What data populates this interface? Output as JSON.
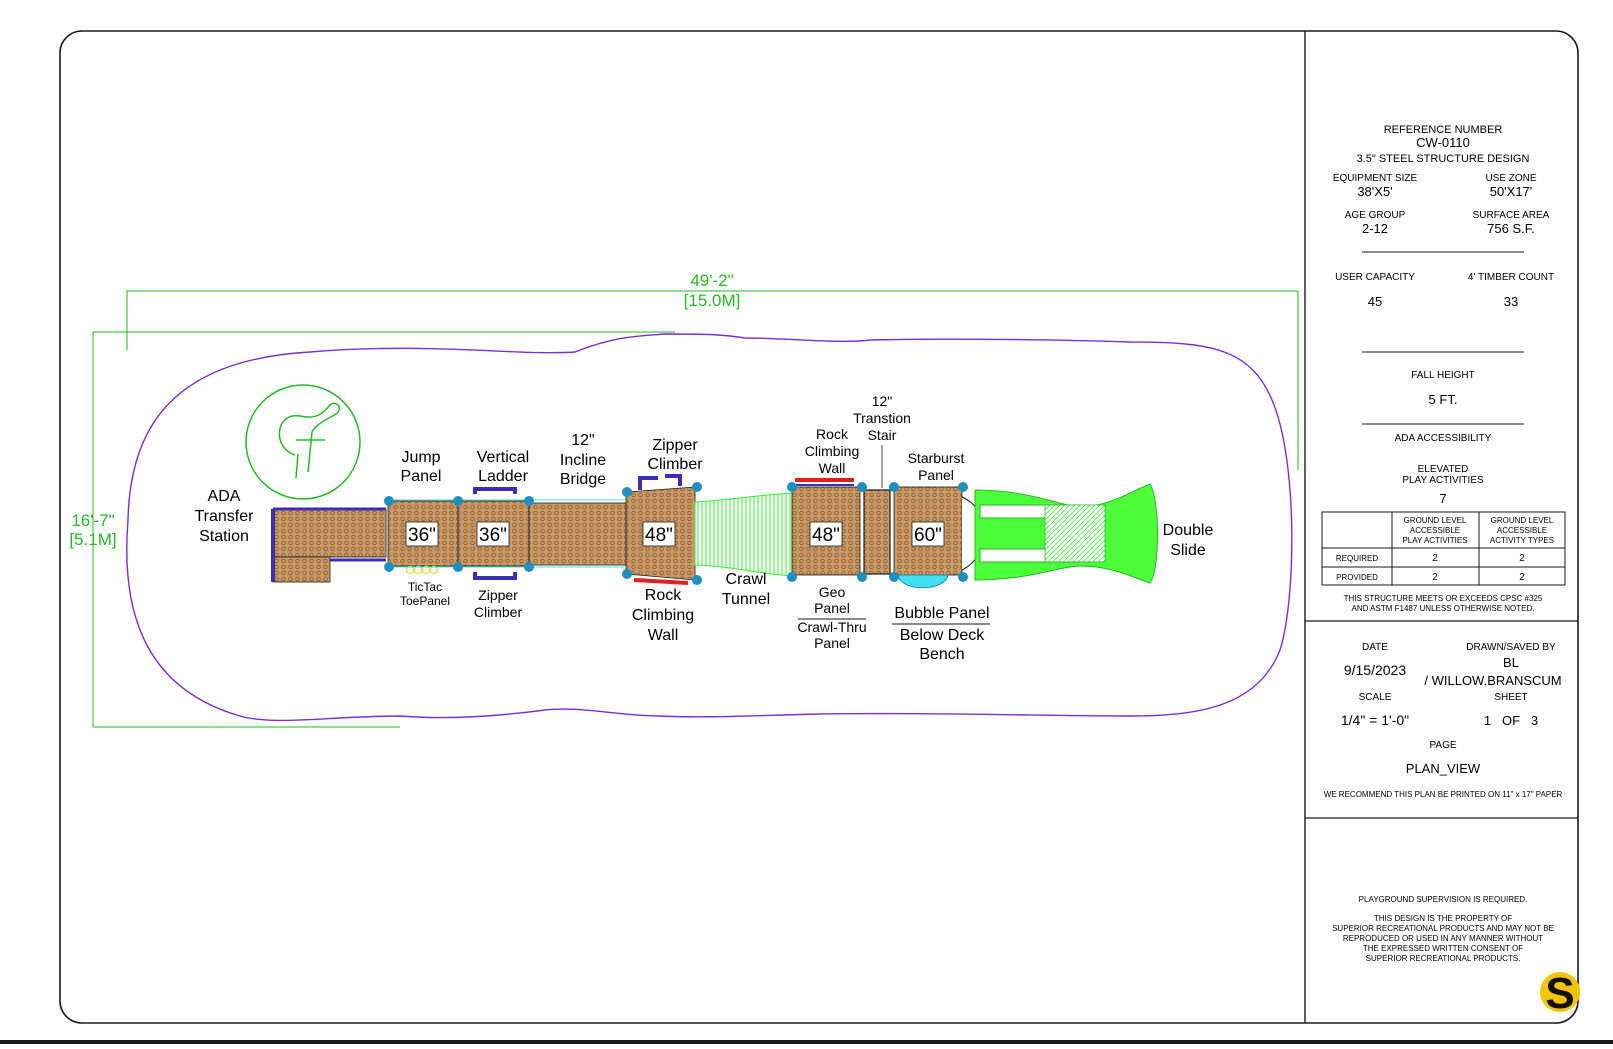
{
  "drawing": {
    "overall_length": "49'-2\"",
    "overall_length_metric": "[15.0M]",
    "overall_width": "16'-7\"",
    "overall_width_metric": "[5.1M]",
    "labels": {
      "ada_transfer": [
        "ADA",
        "Transfer",
        "Station"
      ],
      "jump_panel": [
        "Jump",
        "Panel"
      ],
      "vertical_ladder": [
        "Vertical",
        "Ladder"
      ],
      "incline_bridge": [
        "12\"",
        "Incline",
        "Bridge"
      ],
      "zipper_climber_top": [
        "Zipper",
        "Climber"
      ],
      "tictac": [
        "TicTac",
        "ToePanel"
      ],
      "zipper_climber_bottom": [
        "Zipper",
        "Climber"
      ],
      "rock_wall_bottom": [
        "Rock",
        "Climbing",
        "Wall"
      ],
      "crawl_tunnel": [
        "Crawl",
        "Tunnel"
      ],
      "rock_wall_top": [
        "Rock",
        "Climbing",
        "Wall"
      ],
      "transition_stair": [
        "12\"",
        "Transtion",
        "Stair"
      ],
      "starburst_panel": [
        "Starburst",
        "Panel"
      ],
      "geo_panel": [
        "Geo",
        "Panel"
      ],
      "crawl_thru_panel": [
        "Crawl-Thru",
        "Panel"
      ],
      "bubble_panel": "Bubble Panel",
      "below_deck_bench": [
        "Below Deck",
        "Bench"
      ],
      "double_slide": [
        "Double",
        "Slide"
      ]
    },
    "deck_heights": [
      "36\"",
      "36\"",
      "48\"",
      "48\"",
      "60\""
    ],
    "colors": {
      "border": "#1a1a1a",
      "dimension": "#22bb22",
      "use_zone": "#7a2ed6",
      "deck_fill": "#c69a6a",
      "deck_holes": "#a06830",
      "post": "#1f8fc0",
      "slide": "#4dff3a",
      "panel_blue": "#3b2fb8",
      "rock_red": "#e02020",
      "bubble": "#40e0f0",
      "tictac": "#e8e050"
    }
  },
  "title_block": {
    "reference_label": "REFERENCE NUMBER",
    "reference_number": "CW-0110",
    "structure_design": "3.5\" STEEL STRUCTURE DESIGN",
    "equipment_size_label": "EQUIPMENT SIZE",
    "equipment_size": "38'X5'",
    "use_zone_label": "USE ZONE",
    "use_zone": "50'X17'",
    "age_group_label": "AGE GROUP",
    "age_group": "2-12",
    "surface_area_label": "SURFACE AREA",
    "surface_area": "756 S.F.",
    "user_capacity_label": "USER CAPACITY",
    "user_capacity": "45",
    "timber_count_label": "4' TIMBER COUNT",
    "timber_count": "33",
    "fall_height_label": "FALL HEIGHT",
    "fall_height": "5 FT.",
    "ada_label": "ADA ACCESSIBILITY",
    "elevated_label": [
      "ELEVATED",
      "PLAY ACTIVITIES"
    ],
    "elevated_value": "7",
    "table": {
      "col1_header": [
        "GROUND LEVEL",
        "ACCESSIBLE",
        "PLAY ACTIVITIES"
      ],
      "col2_header": [
        "GROUND LEVEL",
        "ACCESSIBLE",
        "ACTIVITY TYPES"
      ],
      "rows": [
        {
          "label": "REQUIRED",
          "values": [
            "2",
            "2"
          ]
        },
        {
          "label": "PROVIDED",
          "values": [
            "2",
            "2"
          ]
        }
      ]
    },
    "standards_note": [
      "THIS STRUCTURE MEETS OR EXCEEDS CPSC #325",
      "AND ASTM F1487 UNLESS OTHERWISE NOTED."
    ],
    "date_label": "DATE",
    "date": "9/15/2023",
    "drawn_label": "DRAWN/SAVED BY",
    "drawn_initials": "BL",
    "drawn_by": "/ WILLOW.BRANSCUM",
    "scale_label": "SCALE",
    "scale": "1/4\" = 1'-0\"",
    "sheet_label": "SHEET",
    "sheet": "1   OF   3",
    "page_label": "PAGE",
    "page": "PLAN_VIEW",
    "print_note": "WE RECOMMEND THIS PLAN BE PRINTED ON 11\" x 17\" PAPER",
    "supervision": "PLAYGROUND SUPERVISION IS REQUIRED.",
    "property_note": [
      "THIS DESIGN IS THE PROPERTY OF",
      "SUPERIOR RECREATIONAL PRODUCTS AND MAY NOT BE",
      "REPRODUCED OR USED IN ANY MANNER WITHOUT",
      "THE EXPRESSED WRITTEN CONSENT OF",
      "SUPERIOR RECREATIONAL PRODUCTS."
    ],
    "logo_letter": "S"
  }
}
